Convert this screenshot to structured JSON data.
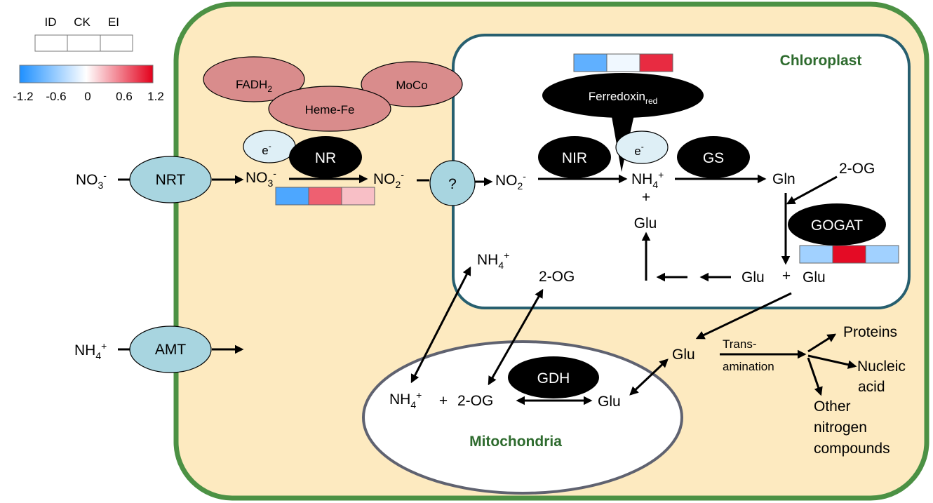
{
  "legend": {
    "columns": [
      "ID",
      "CK",
      "EI"
    ],
    "scale_ticks": [
      "-1.2",
      "-0.6",
      "0",
      "0.6",
      "1.2"
    ],
    "scale_range": [
      -1.2,
      1.2
    ],
    "gradient_colors": [
      "#1e90ff",
      "#ffffff",
      "#e3001b"
    ]
  },
  "compartments": {
    "chloroplast": "Chloroplast",
    "mitochondria": "Mitochondria"
  },
  "cofactors": {
    "fadh": "FADH",
    "fadh_sub": "2",
    "heme": "Heme-Fe",
    "moco": "MoCo",
    "ferredoxin": "Ferredoxin",
    "ferredoxin_sub": "red",
    "electron": "e",
    "electron_sup": "-",
    "color": "#d98c8c"
  },
  "enzymes": {
    "nrt": "NRT",
    "amt": "AMT",
    "nr": "NR",
    "nir": "NIR",
    "gs": "GS",
    "gogat": "GOGAT",
    "gdh": "GDH",
    "unknown_transporter": "?",
    "transporter_color": "#a8d5e0"
  },
  "metabolites": {
    "no3": "NO",
    "no3_sub": "3",
    "no3_sup": "-",
    "no2": "NO",
    "no2_sub": "2",
    "no2_sup": "-",
    "nh4": "NH",
    "nh4_sub": "4",
    "nh4_sup": "+",
    "glu": "Glu",
    "gln": "Gln",
    "two_og": "2-OG",
    "plus": "+"
  },
  "transamination": {
    "line1": "Trans-",
    "line2": "amination"
  },
  "products": {
    "proteins": "Proteins",
    "nucleic_1": "Nucleic",
    "nucleic_2": "acid",
    "other_1": "Other",
    "other_2": "nitrogen",
    "other_3": "compounds"
  },
  "heatmaps": {
    "nr": {
      "ID": -0.95,
      "CK": 0.75,
      "EI": 0.3
    },
    "ferredoxin": {
      "ID": -0.85,
      "CK": -0.08,
      "EI": 1.0
    },
    "gogat": {
      "ID": -0.5,
      "CK": 1.15,
      "EI": -0.5
    }
  },
  "colors": {
    "cell_fill": "#fdeac0",
    "cell_border": "#4c9144",
    "chloroplast_border": "#275f6f",
    "mito_border": "#5f6270",
    "compartment_label": "#2e6b2e"
  }
}
